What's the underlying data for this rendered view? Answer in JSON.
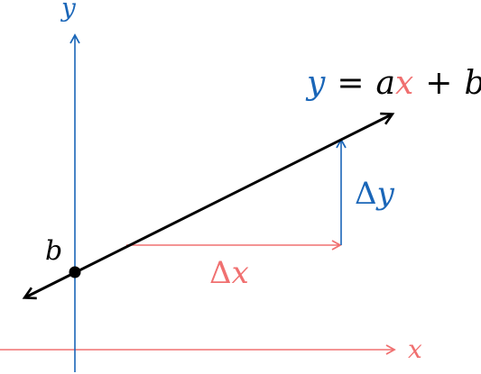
{
  "labels": {
    "y_axis": "y",
    "x_axis": "x",
    "intercept": "b",
    "delta_symbol": "Δ",
    "delta_x_var": "x",
    "delta_y_var": "y",
    "equation": {
      "lhs": "y",
      "equals": "=",
      "coef": "a",
      "var": "x",
      "plus": "+",
      "const": "b"
    }
  },
  "colors": {
    "y_axis": "#1a66b8",
    "x_axis": "#f07070",
    "line": "#000000",
    "text": "#000000"
  },
  "icons": {
    "intercept_point": "filled-dot",
    "arrowheads": "arrow-icon"
  }
}
